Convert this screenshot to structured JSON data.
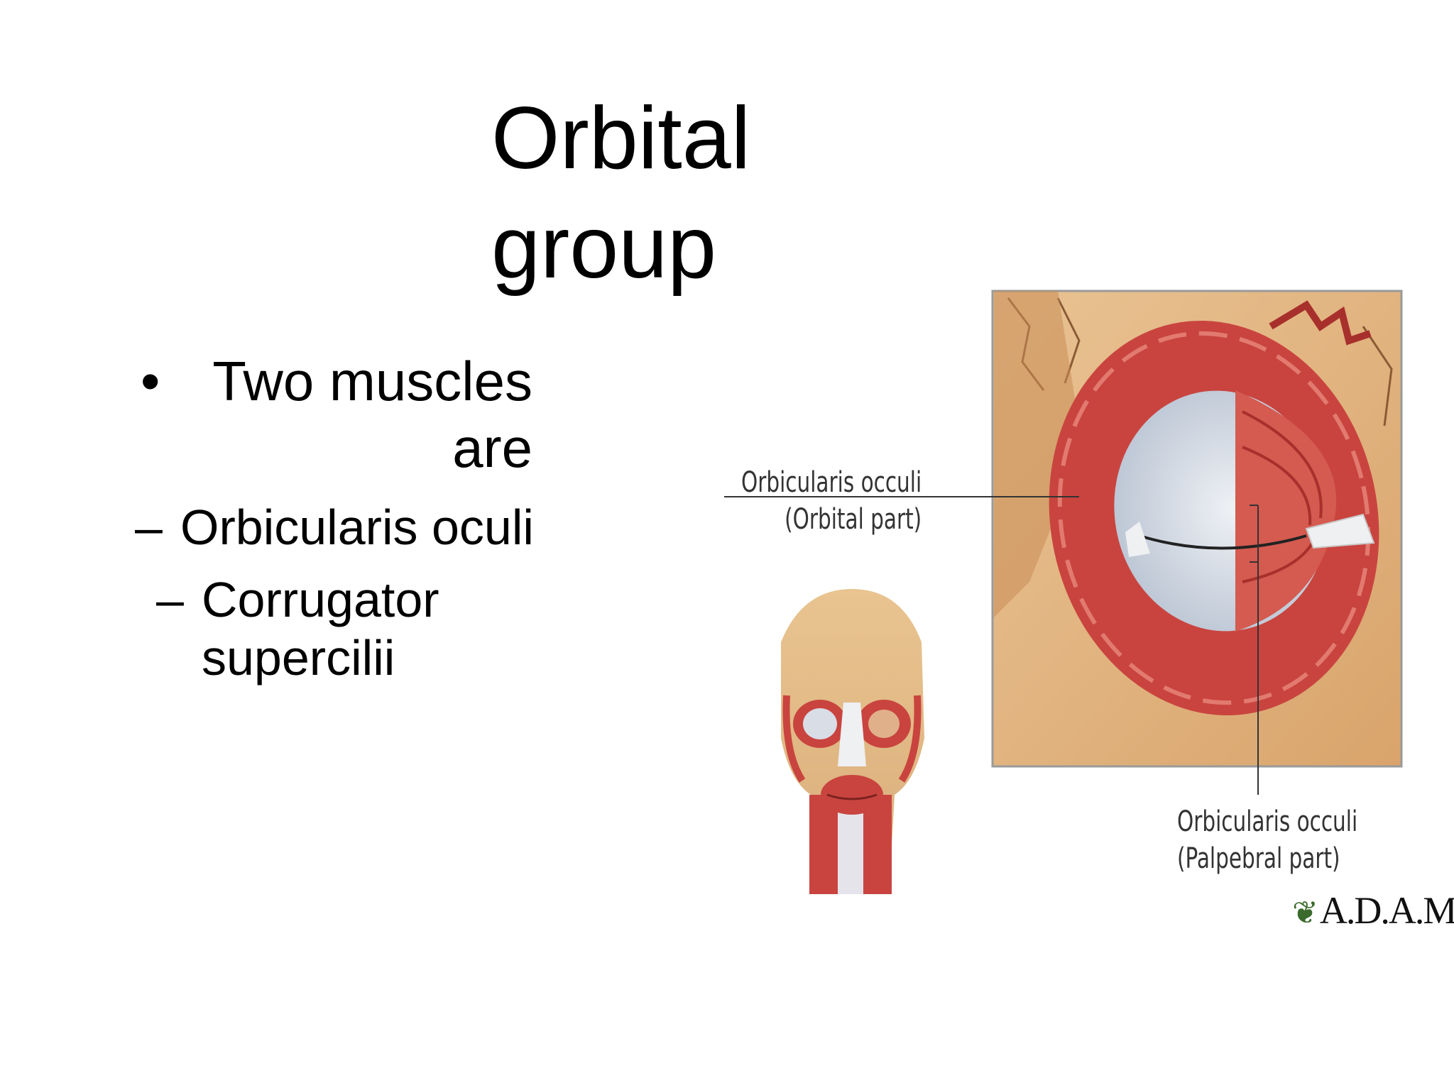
{
  "slide": {
    "title_lines": [
      "Orbital",
      "group"
    ],
    "bullet_marker": "•",
    "bullet_text_line1": "Two muscles",
    "bullet_text_line2": "are",
    "dash": "–",
    "sub1": "Orbicularis oculi",
    "sub2_line1": "Corrugator",
    "sub2_line2": "supercilii"
  },
  "figure": {
    "label_orbital_line1": "Orbicularis occuli",
    "label_orbital_line2": "(Orbital part)",
    "label_palpebral_line1": "Orbicularis occuli",
    "label_palpebral_line2": "(Palpebral part)",
    "logo_mark": "❦",
    "logo_text": "A.D.A.M.",
    "colors": {
      "muscle": "#c9443f",
      "muscle_dark": "#a8302c",
      "bone": "#e8bf8c",
      "skin": "#f0c79a",
      "eye": "#d8dde6"
    }
  }
}
